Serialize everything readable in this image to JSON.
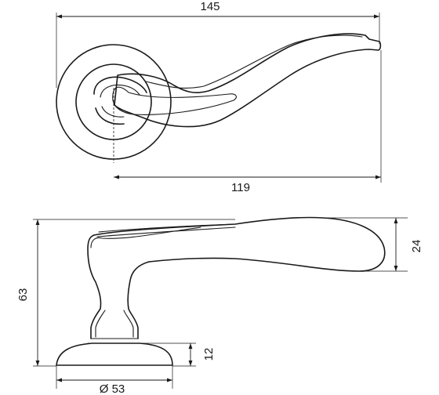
{
  "dimensions": {
    "overall_length": "145",
    "axis_to_tip": "119",
    "lever_height": "24",
    "total_height": "63",
    "rosette_height": "12",
    "rosette_diameter": "Ø 53"
  },
  "colors": {
    "line": "#1a1a1a",
    "background": "#ffffff"
  }
}
